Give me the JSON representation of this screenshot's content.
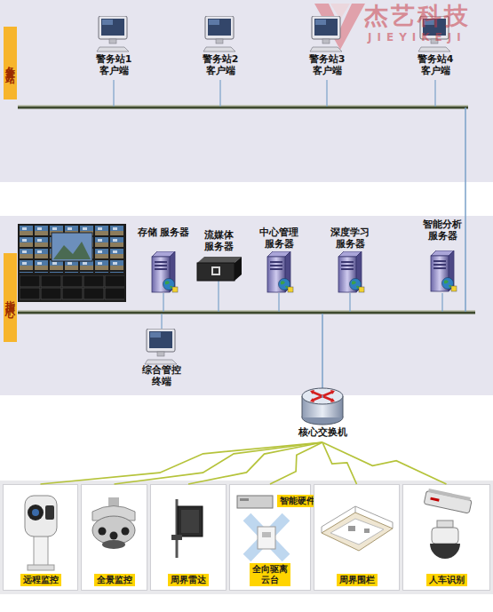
{
  "diagram": {
    "nodes": [
      {
        "text": [
          "各警务站"
        ]
      },
      {
        "text": [
          "警务站1 客户端"
        ],
        "in": 0
      },
      {
        "text": [
          "警务站2 客户端"
        ],
        "in": 0
      },
      {
        "text": [
          "警务站3 客户端"
        ],
        "in": 0
      },
      {
        "text": [
          "警务站4 客户端"
        ],
        "in": 0
      },
      {
        "text": [
          "指挥中心"
        ]
      },
      {
        "text": [
          "存储 服务器"
        ],
        "in": 5
      },
      {
        "text": [
          "流媒体 服务器"
        ],
        "in": 5
      },
      {
        "text": [
          "中心管理 服务器"
        ],
        "in": 5
      },
      {
        "text": [
          "深度学习 服务器"
        ],
        "in": 5
      },
      {
        "text": [
          "智能分析 服务器"
        ],
        "in": 5
      },
      {
        "text": [
          "综合管控 终端"
        ],
        "in": 5
      },
      {
        "text": [
          "核心交换机"
        ]
      },
      {
        "text": [
          "远程监控"
        ]
      },
      {
        "text": [
          "全景监控"
        ]
      },
      {
        "text": [
          "周界雷达"
        ]
      },
      {
        "text": [
          "智能硬件",
          "全向驱离云台"
        ]
      },
      {
        "text": [
          "周界围栏"
        ]
      },
      {
        "text": [
          "人车识别"
        ]
      }
    ],
    "edges": [
      {
        "from": 0,
        "to": 5,
        "arrow": "none"
      },
      {
        "from": 5,
        "to": 12,
        "arrow": "none"
      },
      {
        "from": 12,
        "to": 13,
        "arrow": "none"
      },
      {
        "from": 12,
        "to": 14,
        "arrow": "none"
      },
      {
        "from": 12,
        "to": 15,
        "arrow": "none"
      },
      {
        "from": 12,
        "to": 16,
        "arrow": "none"
      },
      {
        "from": 12,
        "to": 17,
        "arrow": "none"
      },
      {
        "from": 12,
        "to": 18,
        "arrow": "none"
      }
    ],
    "labels": [
      "杰艺科技",
      "JIEYIKEJI"
    ]
  }
}
